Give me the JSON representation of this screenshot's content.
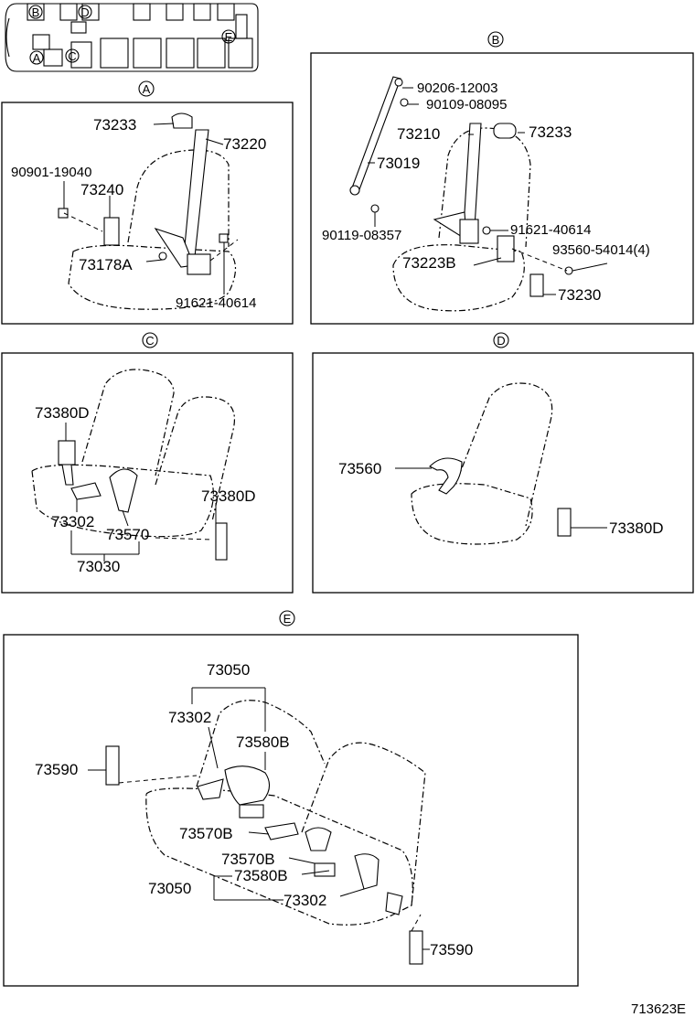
{
  "sections": {
    "A": {
      "label": "A",
      "parts": {
        "p73233": "73233",
        "p73220": "73220",
        "p90901": "90901-19040",
        "p73240": "73240",
        "p73178A": "73178A",
        "p91621": "91621-40614"
      }
    },
    "B": {
      "label": "B",
      "parts": {
        "p90206": "90206-12003",
        "p90109": "90109-08095",
        "p73210": "73210",
        "p73233": "73233",
        "p73019": "73019",
        "p90119": "90119-08357",
        "p91621": "91621-40614",
        "p93560": "93560-54014(4)",
        "p73223B": "73223B",
        "p73230": "73230"
      }
    },
    "C": {
      "label": "C",
      "parts": {
        "p73380D_left": "73380D",
        "p73380D_right": "73380D",
        "p73302": "73302",
        "p73570": "73570",
        "p73030": "73030"
      }
    },
    "D": {
      "label": "D",
      "parts": {
        "p73560": "73560",
        "p73380D": "73380D"
      }
    },
    "E": {
      "label": "E",
      "parts": {
        "p73050_top": "73050",
        "p73302_top": "73302",
        "p73580B_top": "73580B",
        "p73590_left": "73590",
        "p73570B_a": "73570B",
        "p73570B_b": "73570B",
        "p73050_bottom": "73050",
        "p73580B_bottom": "73580B",
        "p73302_bottom": "73302",
        "p73590_right": "73590"
      }
    }
  },
  "overview": {
    "markers": [
      "A",
      "B",
      "C",
      "D",
      "E"
    ]
  },
  "figure_id": "713623E"
}
